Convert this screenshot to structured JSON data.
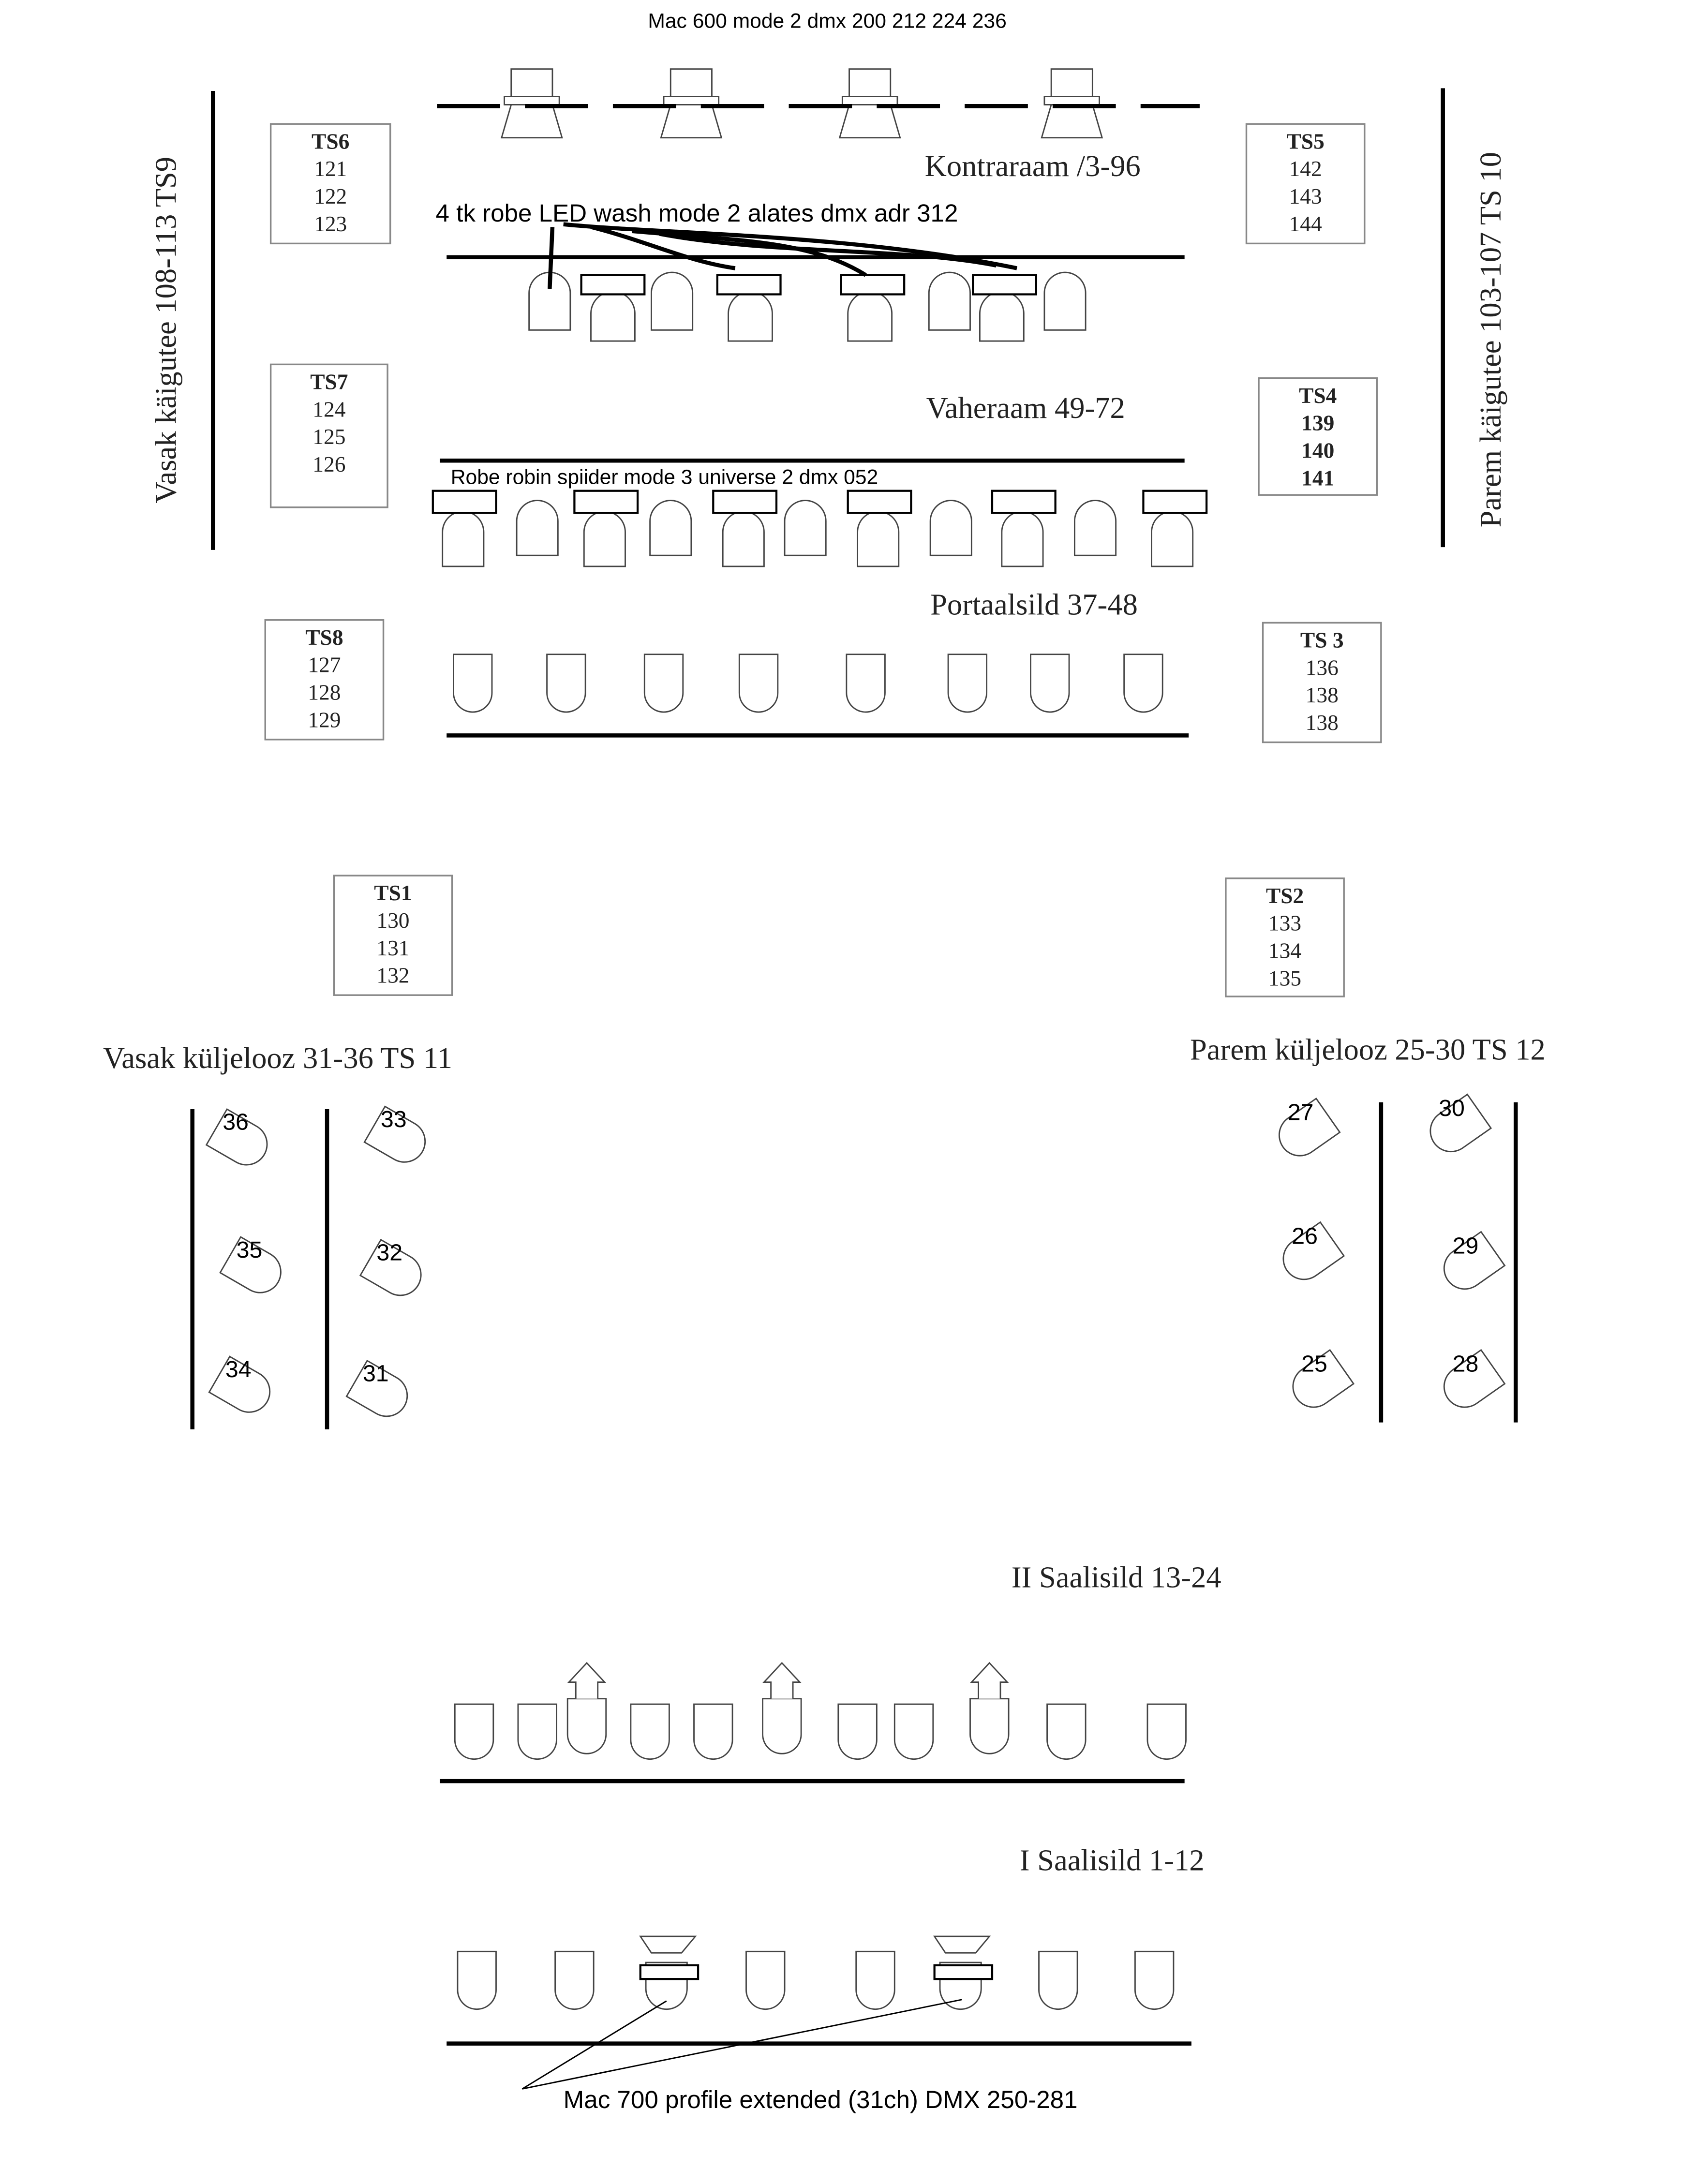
{
  "annotations": {
    "mac600": "Mac 600 mode 2 dmx 200 212 224 236",
    "led_wash": "4 tk robe LED wash mode 2 alates dmx adr 312",
    "robin_spider": "Robe robin spiider mode 3 universe 2 dmx 052",
    "mac700": "Mac 700 profile extended (31ch) DMX 250-281"
  },
  "bars": {
    "kontraraam": "Kontraraam  /3-96",
    "vaheraam": "Vaheraam  49-72",
    "portaalsild": "Portaalsild  37-48",
    "saalisild2": "II Saalisild  13-24",
    "saalisild1": "I Saalisild  1-12",
    "vasak_kuljelooz": "Vasak küljelooz 31-36 TS 11",
    "parem_kuljelooz": "Parem küljelooz 25-30  TS 12",
    "vasak_kaigutee": "Vasak käigutee 108-113 TS9",
    "parem_kaigutee": "Parem käigutee 103-107  TS 10"
  },
  "boxes": {
    "ts6": [
      "TS6",
      "121",
      "122",
      "123"
    ],
    "ts7": [
      "TS7",
      "124",
      "125",
      "126"
    ],
    "ts8": [
      "TS8",
      "127",
      "128",
      "129"
    ],
    "ts5": [
      "TS5",
      "142",
      "143",
      "144"
    ],
    "ts4": [
      "TS4",
      "139",
      "140",
      "141"
    ],
    "ts3": [
      "TS 3",
      "136",
      "138",
      "138"
    ],
    "ts1": [
      "TS1",
      "130",
      "131",
      "132"
    ],
    "ts2": [
      "TS2",
      "133",
      "134",
      "135"
    ]
  },
  "side_left": [
    "36",
    "33",
    "35",
    "32",
    "34",
    "31"
  ],
  "side_right": [
    "27",
    "30",
    "26",
    "29",
    "25",
    "28"
  ]
}
